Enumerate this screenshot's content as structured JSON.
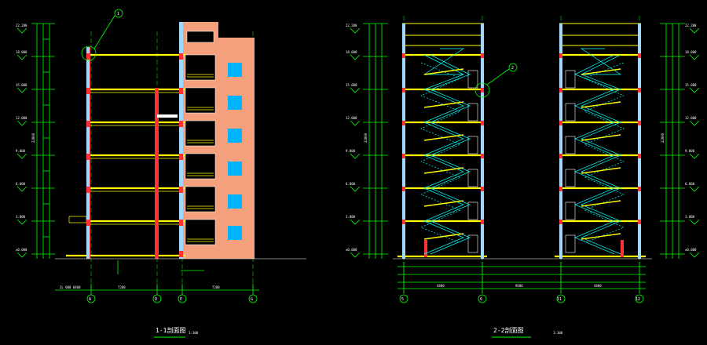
{
  "canvas": {
    "background": "#000000"
  },
  "colors": {
    "dimension": "#00ff00",
    "slab": "#ffff00",
    "wall": "#ff3333",
    "glass": "#a0d8ff",
    "facade": "#f4a07c",
    "window": "#00b4ff",
    "stair": "#00ffff",
    "axis": "#00ff00",
    "text": "#ffffff"
  },
  "sections": [
    {
      "title": "1-1剖面图",
      "scale": "1:100",
      "axes": [
        "A",
        "D",
        "E",
        "G"
      ],
      "bottom_dims": [
        "2L 000 0400",
        "7200",
        "7200"
      ],
      "height_label": "22800",
      "levels": [
        {
          "label": "22.200"
        },
        {
          "label": "18.000"
        },
        {
          "label": "15.000"
        },
        {
          "label": "12.000"
        },
        {
          "label": "9.000"
        },
        {
          "label": "6.000"
        },
        {
          "label": "3.000"
        },
        {
          "label": "±0.000"
        }
      ]
    },
    {
      "title": "2-2剖面图",
      "scale": "1:100",
      "axes": [
        "5",
        "6",
        "11",
        "12"
      ],
      "height_label": "22800",
      "bottom_dims": [
        "4800",
        "9600",
        "4800"
      ],
      "levels": [
        {
          "label": "22.200"
        },
        {
          "label": "18.000"
        },
        {
          "label": "15.000"
        },
        {
          "label": "12.000"
        },
        {
          "label": "9.000"
        },
        {
          "label": "6.000"
        },
        {
          "label": "3.000"
        },
        {
          "label": "±0.000"
        }
      ]
    }
  ],
  "callouts": [
    {
      "label": "1"
    },
    {
      "label": "2"
    }
  ]
}
